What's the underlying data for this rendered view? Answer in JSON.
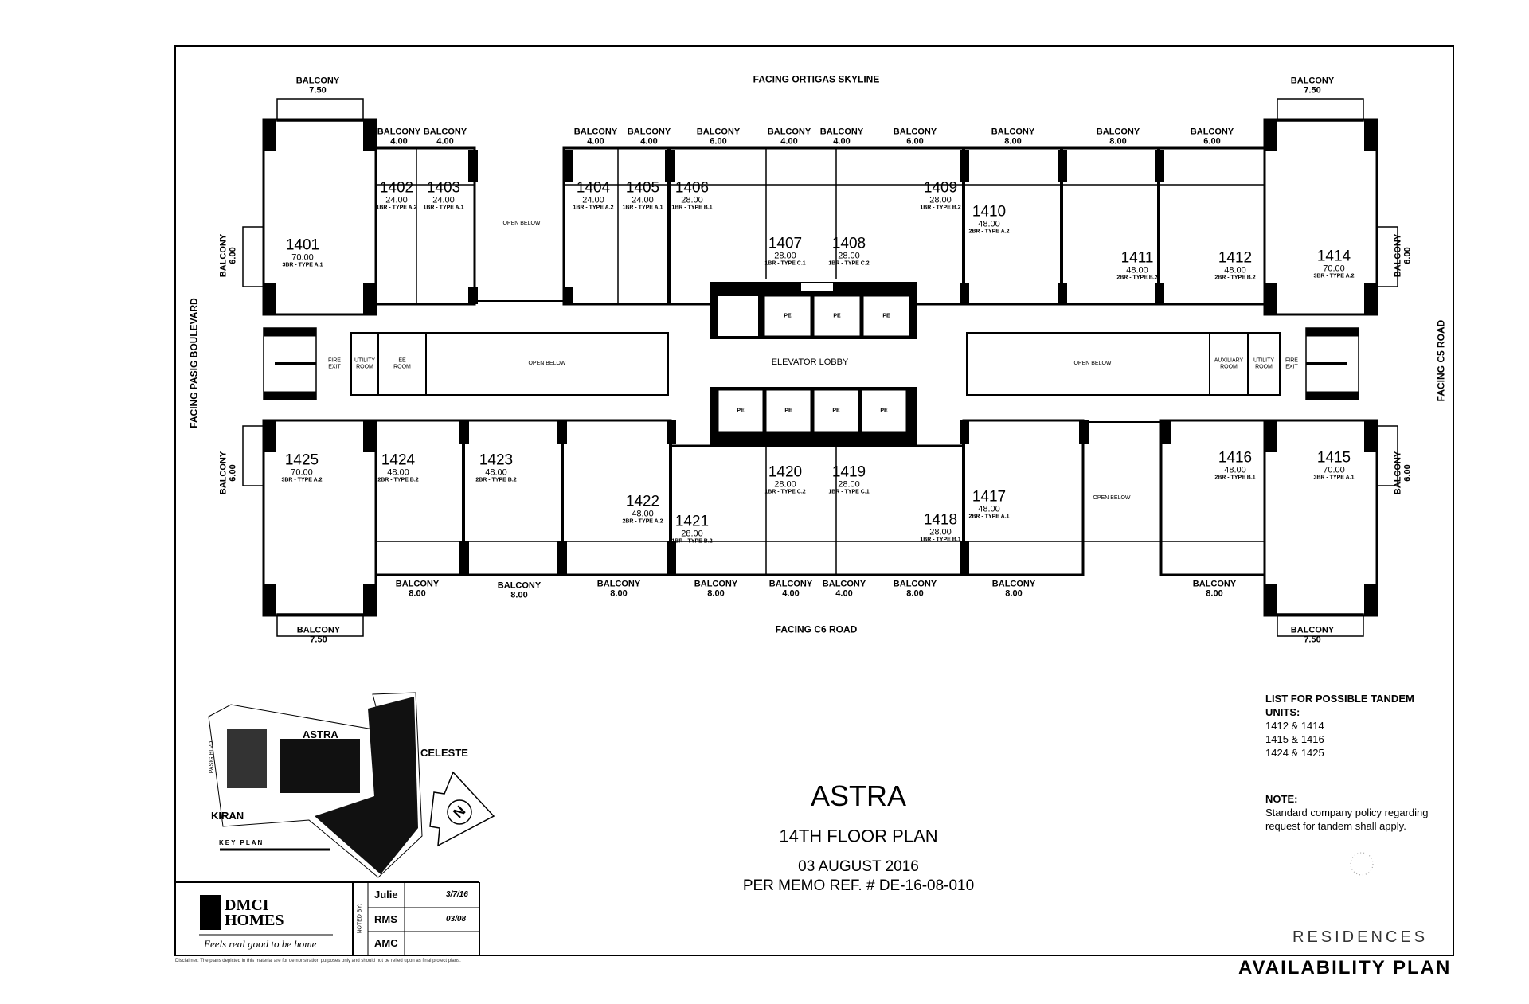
{
  "facing": {
    "top": "FACING ORTIGAS SKYLINE",
    "bottom": "FACING C6 ROAD",
    "left": "FACING PASIG BOULEVARD",
    "right": "FACING C5 ROAD"
  },
  "balcony_label": "BALCONY",
  "balconies": {
    "top": [
      "7.50",
      "4.00",
      "4.00",
      "4.00",
      "4.00",
      "6.00",
      "4.00",
      "4.00",
      "6.00",
      "8.00",
      "8.00",
      "6.00",
      "7.50"
    ],
    "bottom": [
      "7.50",
      "8.00",
      "8.00",
      "8.00",
      "8.00",
      "4.00",
      "4.00",
      "8.00",
      "8.00",
      "8.00",
      "7.50"
    ],
    "sides": [
      "6.00",
      "6.00",
      "6.00",
      "6.00"
    ]
  },
  "units": [
    {
      "no": "1401",
      "area": "70.00",
      "type": "3BR - TYPE A.1"
    },
    {
      "no": "1402",
      "area": "24.00",
      "type": "1BR - TYPE A.2"
    },
    {
      "no": "1403",
      "area": "24.00",
      "type": "1BR - TYPE A.1"
    },
    {
      "no": "1404",
      "area": "24.00",
      "type": "1BR - TYPE A.2"
    },
    {
      "no": "1405",
      "area": "24.00",
      "type": "1BR - TYPE A.1"
    },
    {
      "no": "1406",
      "area": "28.00",
      "type": "1BR - TYPE B.1"
    },
    {
      "no": "1407",
      "area": "28.00",
      "type": "1BR - TYPE C.1"
    },
    {
      "no": "1408",
      "area": "28.00",
      "type": "1BR - TYPE C.2"
    },
    {
      "no": "1409",
      "area": "28.00",
      "type": "1BR - TYPE B.2"
    },
    {
      "no": "1410",
      "area": "48.00",
      "type": "2BR - TYPE A.2"
    },
    {
      "no": "1411",
      "area": "48.00",
      "type": "2BR - TYPE B.2"
    },
    {
      "no": "1412",
      "area": "48.00",
      "type": "2BR - TYPE B.2"
    },
    {
      "no": "1414",
      "area": "70.00",
      "type": "3BR - TYPE A.2"
    },
    {
      "no": "1425",
      "area": "70.00",
      "type": "3BR - TYPE A.2"
    },
    {
      "no": "1424",
      "area": "48.00",
      "type": "2BR - TYPE B.2"
    },
    {
      "no": "1423",
      "area": "48.00",
      "type": "2BR - TYPE B.2"
    },
    {
      "no": "1422",
      "area": "48.00",
      "type": "2BR - TYPE A.2"
    },
    {
      "no": "1421",
      "area": "28.00",
      "type": "1BR - TYPE B.2"
    },
    {
      "no": "1420",
      "area": "28.00",
      "type": "1BR - TYPE C.2"
    },
    {
      "no": "1419",
      "area": "28.00",
      "type": "1BR - TYPE C.1"
    },
    {
      "no": "1418",
      "area": "28.00",
      "type": "1BR - TYPE B.1"
    },
    {
      "no": "1417",
      "area": "48.00",
      "type": "2BR - TYPE A.1"
    },
    {
      "no": "1416",
      "area": "48.00",
      "type": "2BR - TYPE B.1"
    },
    {
      "no": "1415",
      "area": "70.00",
      "type": "3BR - TYPE A.1"
    }
  ],
  "rooms": {
    "open_below": "OPEN BELOW",
    "elevator_lobby": "ELEVATOR LOBBY",
    "pe": "PE",
    "fire_exit": "FIRE EXIT",
    "utility_room": "UTILITY ROOM",
    "ee_room": "EE ROOM",
    "auxiliary_room": "AUXILIARY ROOM"
  },
  "title": {
    "project": "ASTRA",
    "floor": "14TH FLOOR PLAN",
    "date": "03 AUGUST 2016",
    "memo": "PER MEMO REF. #  DE-16-08-010"
  },
  "tandem": {
    "heading": "LIST FOR POSSIBLE TANDEM UNITS:",
    "pairs": [
      "1412 & 1414",
      "1415 & 1416",
      "1424 & 1425"
    ]
  },
  "note": {
    "heading": "NOTE:",
    "text": "Standard company policy regarding request for tandem shall apply."
  },
  "key_plan": {
    "label": "KEY PLAN",
    "astra": "ASTRA",
    "celeste": "CELESTE",
    "kiran": "KIRAN",
    "road": "PASIG BLVD.",
    "north": "N"
  },
  "title_block": {
    "brand": "DMCI HOMES",
    "tagline": "Feels real good to be home",
    "noted_by": "NOTED BY:",
    "signers": [
      {
        "name": "Julie",
        "date": "3/7/16"
      },
      {
        "name": "RMS",
        "date": "03/08"
      },
      {
        "name": "AMC",
        "date": ""
      }
    ]
  },
  "residences": "RESIDENCES",
  "availability": "AVAILABILITY PLAN",
  "disclaimer": "Disclaimer: The plans depicted in this material are for demonstration purposes only and should not be relied upon as final project plans."
}
